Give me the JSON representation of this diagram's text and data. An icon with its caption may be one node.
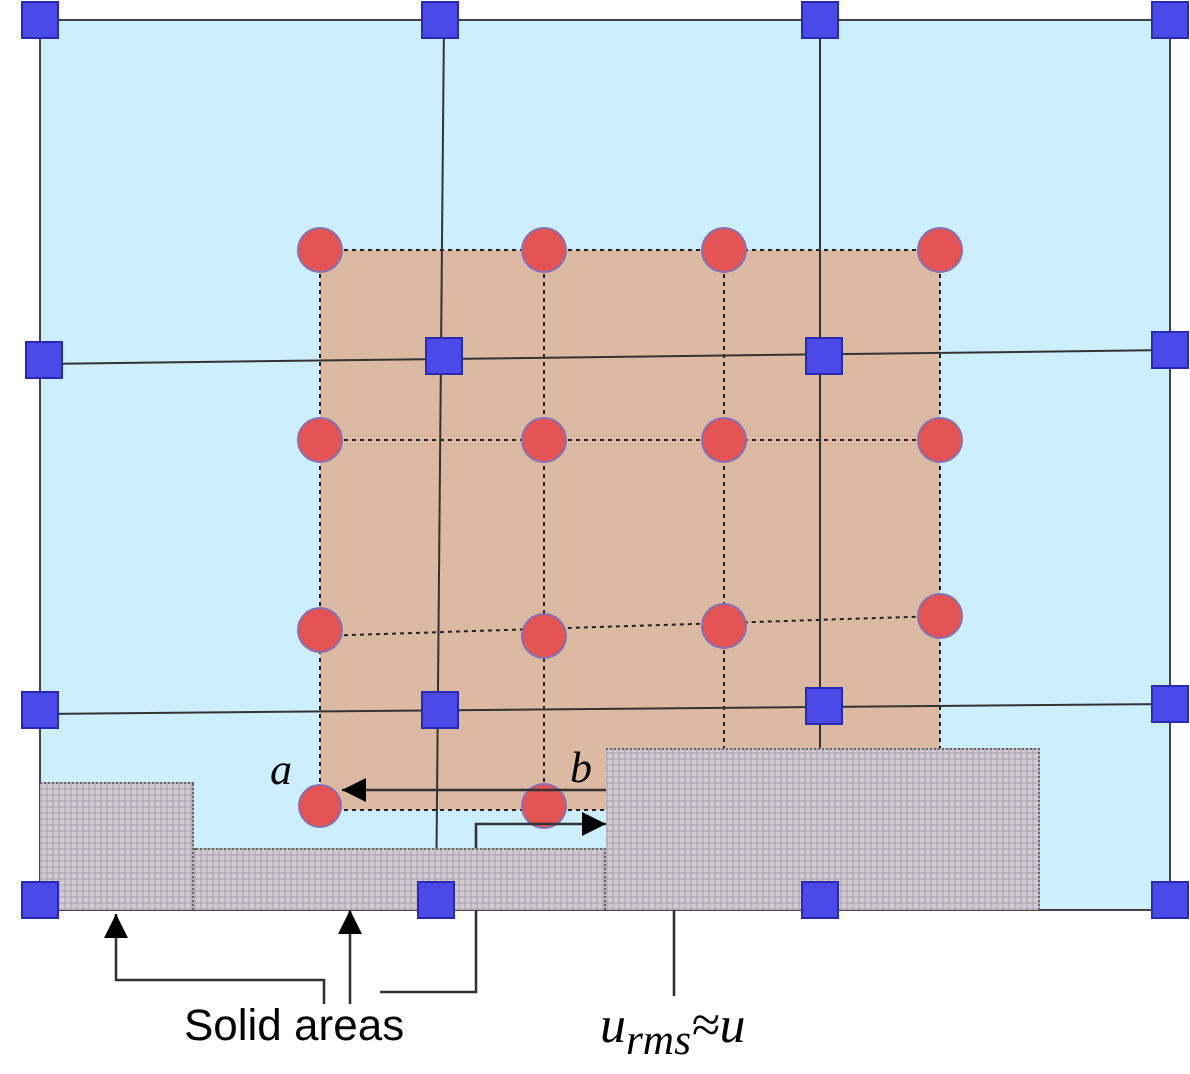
{
  "diagram": {
    "nodes": [
      {
        "text": [
          "Solid areas"
        ]
      },
      {
        "text": [
          "u$_{rms}$≈u"
        ]
      },
      {
        "text": [],
        "shape": "box"
      },
      {
        "text": [],
        "shape": "box"
      },
      {
        "text": [],
        "shape": "box"
      },
      {
        "text": [],
        "shape": "circle",
        "beside": [
          "a"
        ]
      }
    ],
    "edges": [
      {
        "from": 0,
        "to": 2,
        "arrow": "to"
      },
      {
        "from": 0,
        "to": 3,
        "arrow": "to"
      },
      {
        "from": 0,
        "to": 4,
        "arrow": "to"
      },
      {
        "from": 1,
        "to": 5,
        "arrow": "to"
      }
    ],
    "labels": [
      "b"
    ]
  }
}
